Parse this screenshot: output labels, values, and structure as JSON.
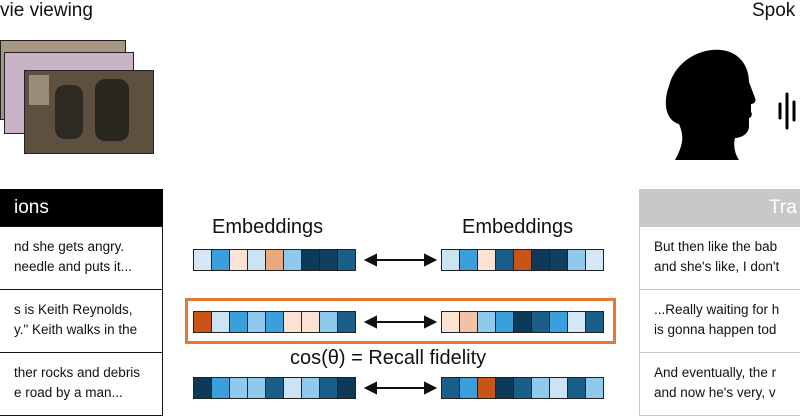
{
  "left": {
    "heading": "vie viewing",
    "panel_title": "ions",
    "boxes": [
      "nd she gets angry.\nneedle and puts it...",
      "s is Keith Reynolds,\ny.\" Keith walks in the",
      "ther rocks and debris\ne road by a man..."
    ]
  },
  "right": {
    "heading": "Spok",
    "panel_title": "Tra",
    "boxes": [
      "But then like the bab\nand she's like, I don't",
      "...Really waiting for h\nis gonna happen tod",
      "And eventually, the r\nand now he's very, v"
    ]
  },
  "center": {
    "left_label": "Embeddings",
    "right_label": "Embeddings",
    "formula": "cos(θ) = Recall fidelity"
  },
  "colors": {
    "highlight_border": "#e07a35",
    "left_panel_header": "#000000",
    "right_panel_header": "#c8c8c8"
  },
  "strips": {
    "row1_left": [
      "#d6e8f7",
      "#3a9fdb",
      "#fbe3d4",
      "#cce3f4",
      "#eda77f",
      "#8fc9ee",
      "#0e3a5a",
      "#123f60",
      "#1a5f8a"
    ],
    "row1_right": [
      "#cce3f4",
      "#3a9fdb",
      "#fbe3d4",
      "#1a5f8a",
      "#c85417",
      "#0e3a5a",
      "#123f60",
      "#8fc9ee",
      "#d6e8f7"
    ],
    "row2_left": [
      "#c85417",
      "#cce3f4",
      "#3a9fdb",
      "#8fc9ee",
      "#3a9fdb",
      "#fbe3d4",
      "#fbe3d4",
      "#8fc9ee",
      "#1a5f8a"
    ],
    "row2_right": [
      "#fbe3d4",
      "#f3c2a6",
      "#8fc9ee",
      "#3a9fdb",
      "#0e3a5a",
      "#1a5f8a",
      "#3a9fdb",
      "#d6e8f7",
      "#1a5f8a"
    ],
    "row3_left": [
      "#0e3a5a",
      "#3a9fdb",
      "#8fc9ee",
      "#8fc9ee",
      "#1a5f8a",
      "#cce3f4",
      "#8fc9ee",
      "#1a5f8a",
      "#0e3a5a"
    ],
    "row3_right": [
      "#1a5f8a",
      "#3a9fdb",
      "#c85417",
      "#0e3a5a",
      "#1a5f8a",
      "#8fc9ee",
      "#cce3f4",
      "#1a5f8a",
      "#8fc9ee"
    ]
  }
}
